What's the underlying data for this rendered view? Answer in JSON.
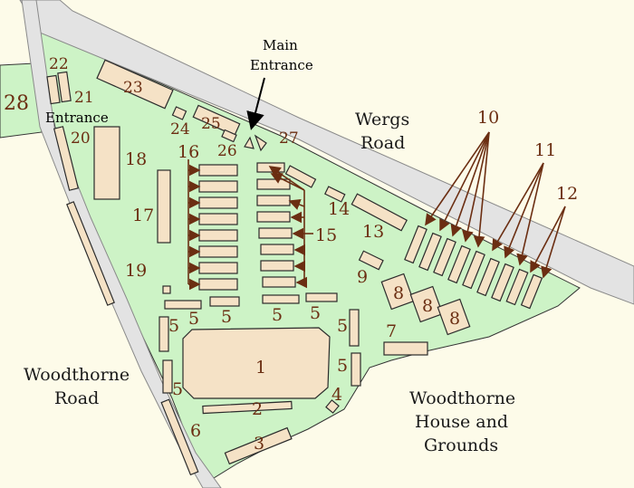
{
  "roads": {
    "wergs": [
      "Wergs",
      "Road"
    ],
    "woodthorne": [
      "Woodthorne",
      "Road"
    ]
  },
  "grounds": [
    "Woodthorne",
    "House and",
    "Grounds"
  ],
  "main_entrance": [
    "Main",
    "Entrance"
  ],
  "entrance": "Entrance",
  "numbers": {
    "n1": "1",
    "n2": "2",
    "n3": "3",
    "n4": "4",
    "n5a": "5",
    "n5b": "5",
    "n5c": "5",
    "n5d": "5",
    "n5e": "5",
    "n5f": "5",
    "n5g": "5",
    "n5h": "5",
    "n6": "6",
    "n7": "7",
    "n8a": "8",
    "n8b": "8",
    "n8c": "8",
    "n9": "9",
    "n10": "10",
    "n11": "11",
    "n12": "12",
    "n13": "13",
    "n14": "14",
    "n15": "15",
    "n16": "16",
    "n17": "17",
    "n18": "18",
    "n19": "19",
    "n20": "20",
    "n21": "21",
    "n22": "22",
    "n23": "23",
    "n24": "24",
    "n25": "25",
    "n26": "26",
    "n27": "27",
    "n28": "28"
  },
  "colors": {
    "site": "#cdf3c6",
    "road": "#e3e3e3",
    "building": "#f5e2c6",
    "background": "#fdfbe9",
    "label": "#6b2e12"
  }
}
